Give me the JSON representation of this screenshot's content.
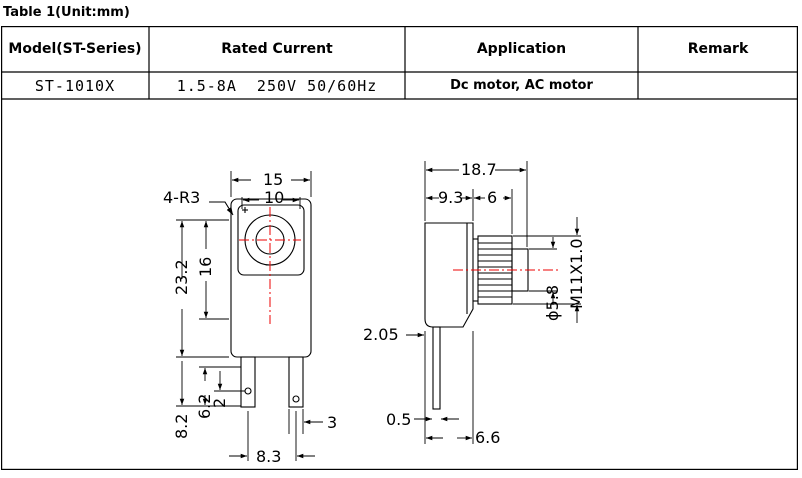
{
  "caption": "Table 1(Unit:mm)",
  "headers": {
    "model": "Model(ST-Series)",
    "current": "Rated Current",
    "application": "Application",
    "remark": "Remark"
  },
  "row": {
    "model": "ST-1010X",
    "current": "1.5-8A  250V 50/60Hz",
    "application": "Dc motor, AC motor",
    "remark": ""
  },
  "drawing": {
    "front": {
      "radius_label": "4-R3",
      "width_outer": "15",
      "width_inner": "10",
      "height_total": "23.2",
      "height_body": "16",
      "pin_height_82": "8.2",
      "pin_height_62": "6.2",
      "pin_offset": "2",
      "pin_width": "3",
      "pin_pitch": "8.3"
    },
    "side": {
      "length_total": "18.7",
      "length_a": "9.3",
      "length_b": "6",
      "thread": "M11X1.0",
      "bore": "ϕ5.8",
      "pin_offset": "2.05",
      "pin_thickness": "0.5",
      "pin_length": "6.6"
    }
  }
}
